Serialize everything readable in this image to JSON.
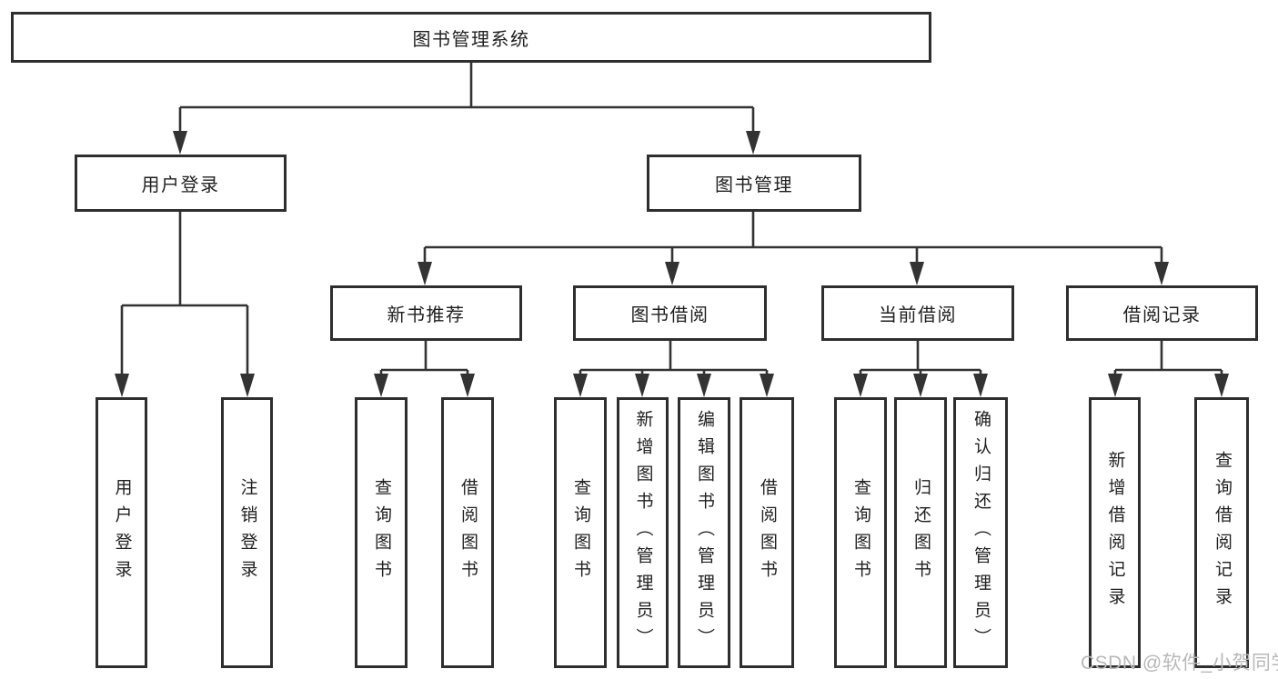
{
  "tree": {
    "root": {
      "label": "图书管理系统",
      "children": [
        {
          "label": "用户登录",
          "children": [
            {
              "label": "用户登录"
            },
            {
              "label": "注销登录"
            }
          ]
        },
        {
          "label": "图书管理",
          "children": [
            {
              "label": "新书推荐",
              "children": [
                {
                  "label": "查询图书"
                },
                {
                  "label": "借阅图书"
                }
              ]
            },
            {
              "label": "图书借阅",
              "children": [
                {
                  "label": "查询图书"
                },
                {
                  "label": "新增图书（管理员）"
                },
                {
                  "label": "编辑图书（管理员）"
                },
                {
                  "label": "借阅图书"
                }
              ]
            },
            {
              "label": "当前借阅",
              "children": [
                {
                  "label": "查询图书"
                },
                {
                  "label": "归还图书"
                },
                {
                  "label": "确认归还（管理员）"
                }
              ]
            },
            {
              "label": "借阅记录",
              "children": [
                {
                  "label": "新增借阅记录"
                },
                {
                  "label": "查询借阅记录"
                }
              ]
            }
          ]
        }
      ]
    }
  },
  "watermark": {
    "text": "CSDN @软件_小贺同学"
  },
  "colors": {
    "line": "#333333",
    "border": "#2e2e2e",
    "text": "#1f1f1f",
    "watermark": "#b8b8b8",
    "background": "#ffffff"
  }
}
